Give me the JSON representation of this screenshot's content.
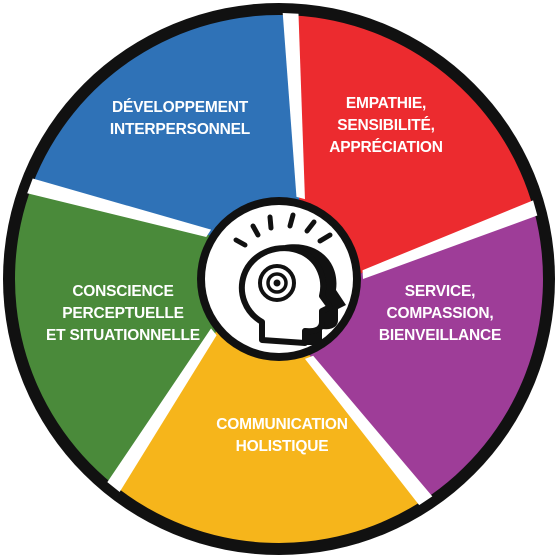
{
  "segments": [
    {
      "id": "developpement",
      "lines": [
        "DÉVELOPPEMENT",
        "INTERPERSONNEL"
      ],
      "color": "#2f72b7"
    },
    {
      "id": "empathie",
      "lines": [
        "EMPATHIE,",
        "SENSIBILITÉ,",
        "APPRÉCIATION"
      ],
      "color": "#ec2b2f"
    },
    {
      "id": "service",
      "lines": [
        "SERVICE,",
        "COMPASSION,",
        "BIENVEILLANCE"
      ],
      "color": "#9e3d98"
    },
    {
      "id": "communication",
      "lines": [
        "COMMUNICATION",
        "HOLISTIQUE"
      ],
      "color": "#f6b51b"
    },
    {
      "id": "conscience",
      "lines": [
        "CONSCIENCE",
        "PERCEPTUELLE",
        "ET SITUATIONNELLE"
      ],
      "color": "#4a8a3a"
    }
  ],
  "center_icon": "head-with-target-icon",
  "colors": {
    "ring": "#111111",
    "gap": "#ffffff",
    "center_bg": "#ffffff"
  }
}
